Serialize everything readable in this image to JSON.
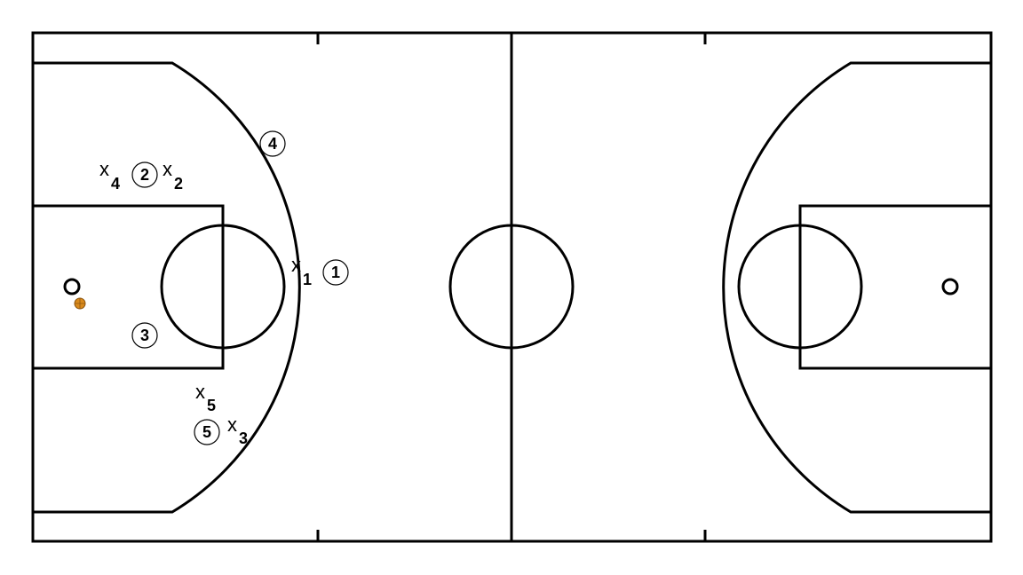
{
  "diagram": {
    "colors": {
      "lines": "#000000",
      "background": "#ffffff",
      "ball": "#d98a1c"
    },
    "offense": [
      {
        "label": "1"
      },
      {
        "label": "2"
      },
      {
        "label": "3"
      },
      {
        "label": "4"
      },
      {
        "label": "5"
      }
    ],
    "defense": [
      {
        "mark": "x",
        "sub": "1"
      },
      {
        "mark": "x",
        "sub": "2"
      },
      {
        "mark": "x",
        "sub": "3"
      },
      {
        "mark": "x",
        "sub": "4"
      },
      {
        "mark": "x",
        "sub": "5"
      }
    ],
    "ball": {
      "icon": "basketball-icon"
    }
  }
}
